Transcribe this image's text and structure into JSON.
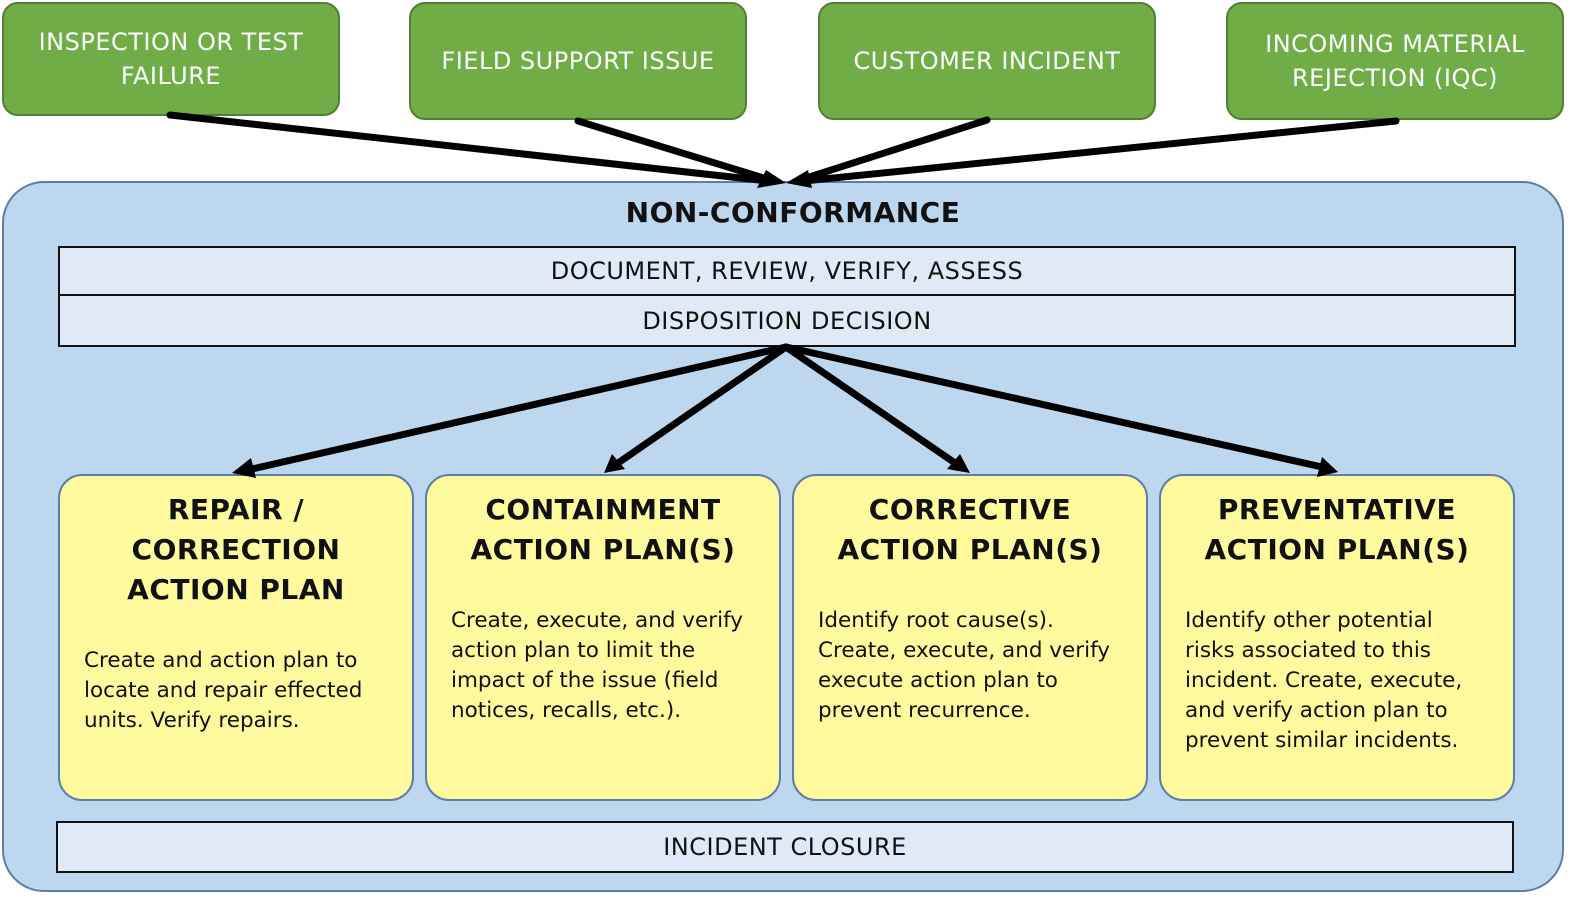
{
  "sources": [
    {
      "label": "INSPECTION OR TEST\nFAILURE"
    },
    {
      "label": "FIELD SUPPORT ISSUE"
    },
    {
      "label": "CUSTOMER INCIDENT"
    },
    {
      "label": "INCOMING MATERIAL\nREJECTION (IQC)"
    }
  ],
  "process": {
    "title": "NON-CONFORMANCE",
    "steps": [
      "DOCUMENT, REVIEW, VERIFY, ASSESS",
      "DISPOSITION DECISION"
    ],
    "closure": "INCIDENT CLOSURE"
  },
  "plans": [
    {
      "title": "REPAIR /\nCORRECTION\nACTION PLAN",
      "body": "Create and action plan to\nlocate and repair effected\nunits.  Verify repairs."
    },
    {
      "title": "CONTAINMENT\nACTION PLAN(S)",
      "body": "Create, execute, and verify\naction plan to limit the\nimpact of the issue (field\nnotices, recalls, etc.)."
    },
    {
      "title": "CORRECTIVE\nACTION PLAN(S)",
      "body": "Identify root cause(s).\nCreate, execute, and verify\nexecute action plan to\nprevent recurrence."
    },
    {
      "title": "PREVENTATIVE\nACTION PLAN(S)",
      "body": "Identify other potential\nrisks associated to this\nincident.  Create, execute,\nand verify action plan to\nprevent similar incidents."
    }
  ],
  "colors": {
    "source_fill": "#70ad47",
    "container_fill": "#bdd7ee",
    "bar_fill": "#dfeaf6",
    "plan_fill": "#fffa9e",
    "arrow": "#000000"
  }
}
